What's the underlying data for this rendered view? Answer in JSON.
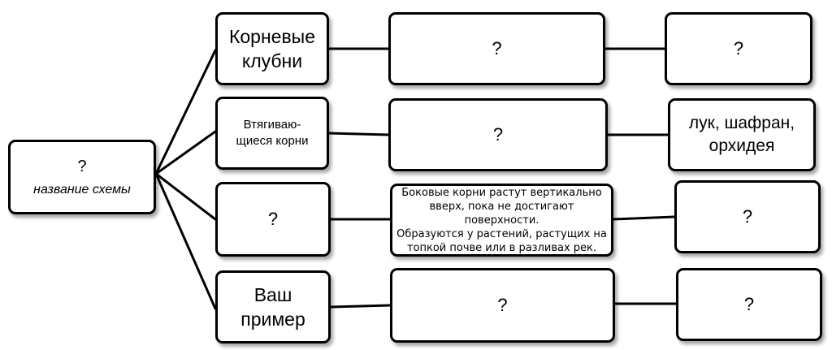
{
  "root": {
    "question": "?",
    "caption": "название схемы"
  },
  "rows": [
    {
      "type_lines": [
        "Корневые",
        "клубни"
      ],
      "description": "?",
      "examples_lines": [
        "?"
      ]
    },
    {
      "type_lines": [
        "Втягиваю-",
        "щиеся корни"
      ],
      "description": "?",
      "examples_lines": [
        "лук, шафран,",
        "орхидея"
      ]
    },
    {
      "type_lines": [
        "?"
      ],
      "description_lines": [
        "Боковые корни растут вертикально",
        "вверх, пока не достигают поверхности.",
        "Образуются у растений, растущих на",
        "топкой почве или в разливах рек."
      ],
      "examples_lines": [
        "?"
      ]
    },
    {
      "type_lines": [
        "Ваш",
        "пример"
      ],
      "description": "?",
      "examples_lines": [
        "?"
      ]
    }
  ],
  "colors": {
    "border": "#000000",
    "background": "#ffffff",
    "shadow": "#8c8c8c"
  }
}
